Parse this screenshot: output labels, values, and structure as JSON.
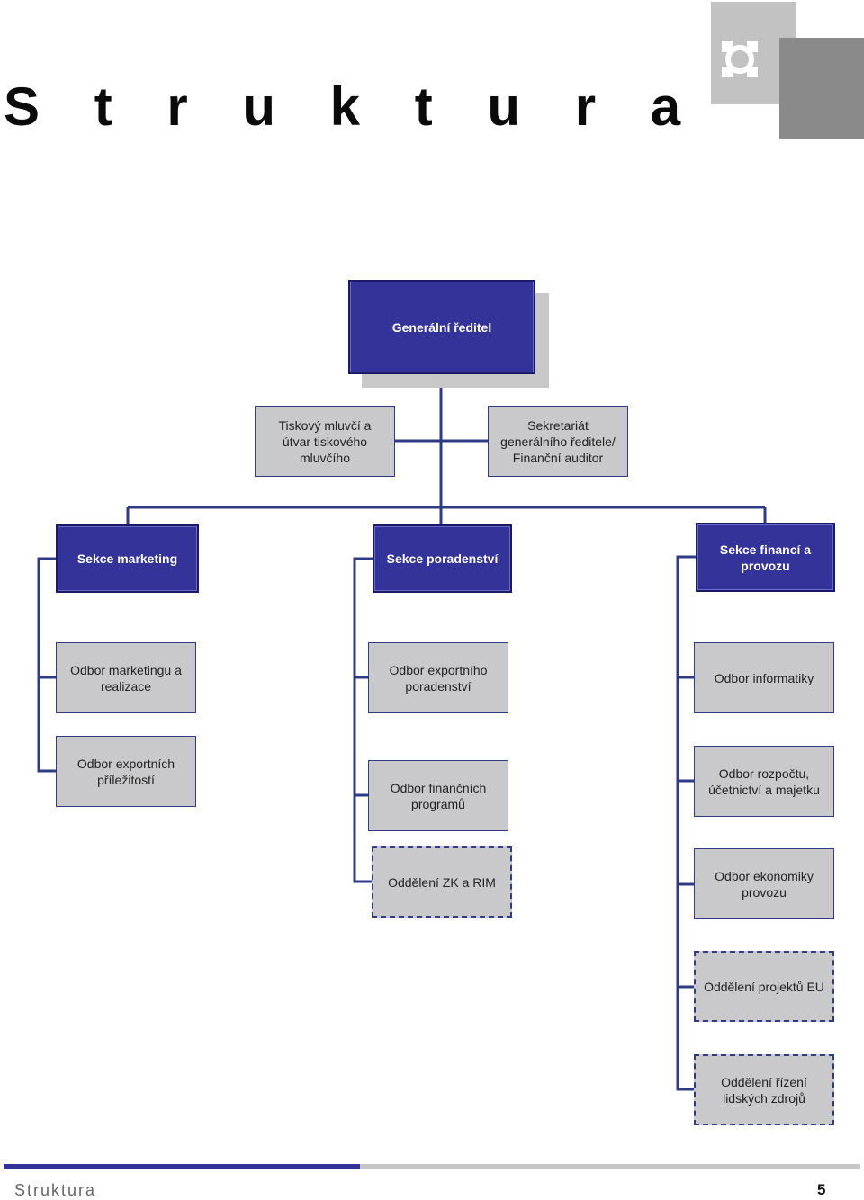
{
  "page": {
    "title": "S t r u k t u r a"
  },
  "org": {
    "director": "Generální ředitel",
    "staff_left": [
      "Tiskový mluvčí a",
      "útvar tiskového",
      "mluvčího"
    ],
    "staff_right": [
      "Sekretariát",
      "generálního ředitele/",
      "Finanční auditor"
    ],
    "section_marketing": "Sekce marketing",
    "section_consulting": "Sekce poradenství",
    "section_finance": [
      "Sekce financí a",
      "provozu"
    ],
    "marketing_units": [
      [
        "Odbor marketingu a",
        "realizace"
      ],
      [
        "Odbor exportních",
        "příležitostí"
      ]
    ],
    "consulting_units": [
      [
        "Odbor exportního",
        "poradenství"
      ],
      [
        "Odbor finančních",
        "programů"
      ],
      [
        "Oddělení ZK a RIM"
      ]
    ],
    "finance_units": [
      [
        "Odbor informatiky"
      ],
      [
        "Odbor rozpočtu,",
        "účetnictví a majetku"
      ],
      [
        "Odbor ekonomiky",
        "provozu"
      ],
      [
        "Oddělení projektů EU"
      ],
      [
        "Oddělení řízení",
        "lidských zdrojů"
      ]
    ]
  },
  "footer": {
    "title": "Struktura",
    "page_number": "5"
  },
  "colors": {
    "accent_blue": "#343399",
    "box_gray": "#c9c9cb",
    "line_blue": "#2f3b86"
  },
  "icons": [
    "gear-icon"
  ]
}
